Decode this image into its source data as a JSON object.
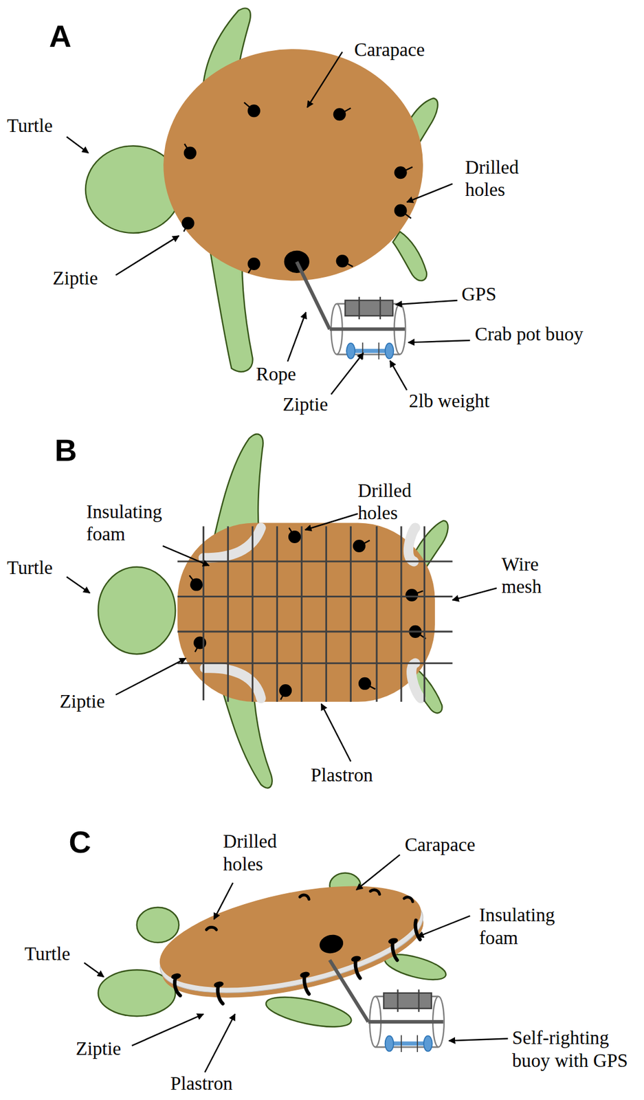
{
  "diagram": {
    "labels": [
      "A",
      "Carapace",
      "Turtle",
      "Drilled holes",
      "Ziptie",
      "GPS",
      "Crab pot buoy",
      "Rope",
      "Ziptie",
      "2lb weight",
      "B",
      "Drilled holes",
      "Insulating foam",
      "Turtle",
      "Wire mesh",
      "Ziptie",
      "Plastron",
      "C",
      "Drilled holes",
      "Carapace",
      "Insulating foam",
      "Turtle",
      "Self-righting buoy with GPS",
      "Ziptie",
      "Plastron"
    ]
  }
}
